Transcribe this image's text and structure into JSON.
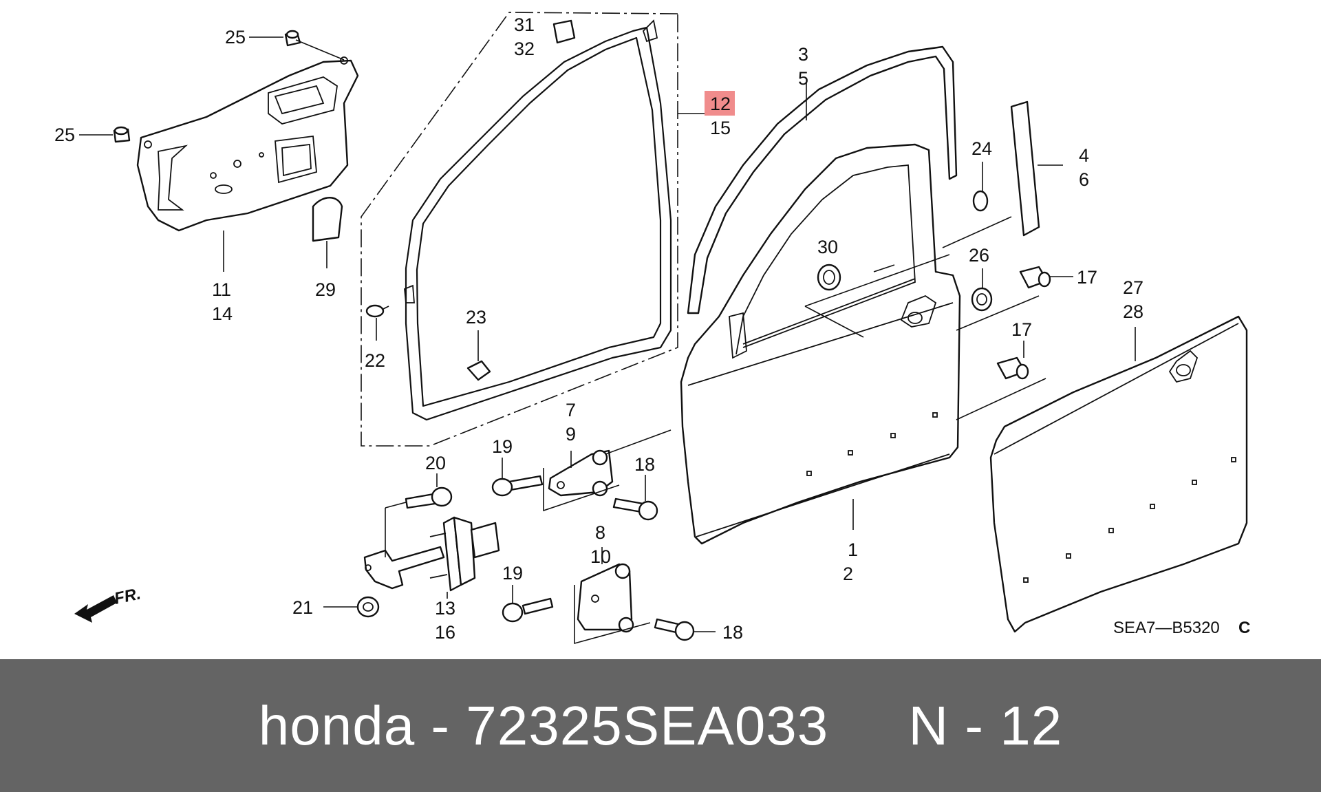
{
  "callouts": [
    {
      "id": "c25a",
      "lines": [
        "25"
      ]
    },
    {
      "id": "c25b",
      "lines": [
        "25"
      ]
    },
    {
      "id": "c11",
      "lines": [
        "11",
        "14"
      ]
    },
    {
      "id": "c29",
      "lines": [
        "29"
      ]
    },
    {
      "id": "c22",
      "lines": [
        "22"
      ]
    },
    {
      "id": "c23",
      "lines": [
        "23"
      ]
    },
    {
      "id": "c31",
      "lines": [
        "31",
        "32"
      ]
    },
    {
      "id": "c12",
      "lines": [
        "12",
        "15"
      ],
      "highlight": "12"
    },
    {
      "id": "c3",
      "lines": [
        "3",
        "5"
      ]
    },
    {
      "id": "c24",
      "lines": [
        "24"
      ]
    },
    {
      "id": "c4",
      "lines": [
        "4",
        "6"
      ]
    },
    {
      "id": "c30",
      "lines": [
        "30"
      ]
    },
    {
      "id": "c26",
      "lines": [
        "26"
      ]
    },
    {
      "id": "c17a",
      "lines": [
        "17"
      ]
    },
    {
      "id": "c17b",
      "lines": [
        "17"
      ]
    },
    {
      "id": "c27",
      "lines": [
        "27",
        "28"
      ]
    },
    {
      "id": "c7",
      "lines": [
        "7",
        "9"
      ]
    },
    {
      "id": "c19a",
      "lines": [
        "19"
      ]
    },
    {
      "id": "c18a",
      "lines": [
        "18"
      ]
    },
    {
      "id": "c20",
      "lines": [
        "20"
      ]
    },
    {
      "id": "c1",
      "lines": [
        "1",
        "2"
      ]
    },
    {
      "id": "c8",
      "lines": [
        "8",
        "10"
      ]
    },
    {
      "id": "c19b",
      "lines": [
        "19"
      ]
    },
    {
      "id": "c21",
      "lines": [
        "21"
      ]
    },
    {
      "id": "c13",
      "lines": [
        "13",
        "16"
      ]
    },
    {
      "id": "c18b",
      "lines": [
        "18"
      ]
    }
  ],
  "direction_label": "FR.",
  "drawing_code": "SEA7—B5320",
  "drawing_code_suffix": "C",
  "highlight_color": "#f08c8c",
  "footer": {
    "text": "honda - 72325SEA033     N - 12",
    "background": "#646464"
  }
}
